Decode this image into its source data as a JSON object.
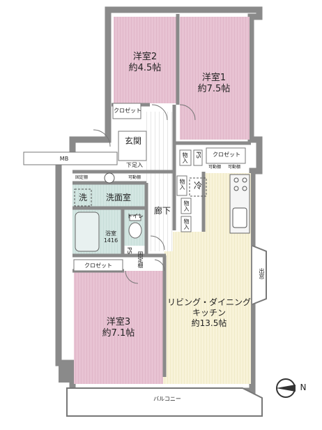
{
  "rooms": {
    "bedroom2": {
      "name": "洋室2",
      "size": "約4.5帖"
    },
    "bedroom1": {
      "name": "洋室1",
      "size": "約7.5帖"
    },
    "bedroom3": {
      "name": "洋室3",
      "size": "約7.1帖"
    },
    "ldk": {
      "name": "リビング・ダイニング",
      "name2": "キッチン",
      "size": "約13.5帖"
    }
  },
  "labels": {
    "closet": "クロゼット",
    "entrance": "玄関",
    "shoe_cabinet": "下足入",
    "mb": "MB",
    "fixed_shelf": "固定棚",
    "movable_shelf": "可動棚",
    "washroom": "洗面室",
    "laundry": "洗",
    "corridor": "廊下",
    "storage": "物入",
    "bath": "浴室",
    "bath_size": "1416",
    "toilet": "トイレ",
    "ps": "PS",
    "fridge": "冷",
    "balcony": "バルコニー",
    "window": "出窓",
    "north": "N"
  },
  "colors": {
    "pink": "#e7bfd1",
    "cream": "#f7f2d6",
    "teal": "#cfe3df",
    "wall": "#8a8a8a",
    "floor_line": "#c9a9b7"
  }
}
